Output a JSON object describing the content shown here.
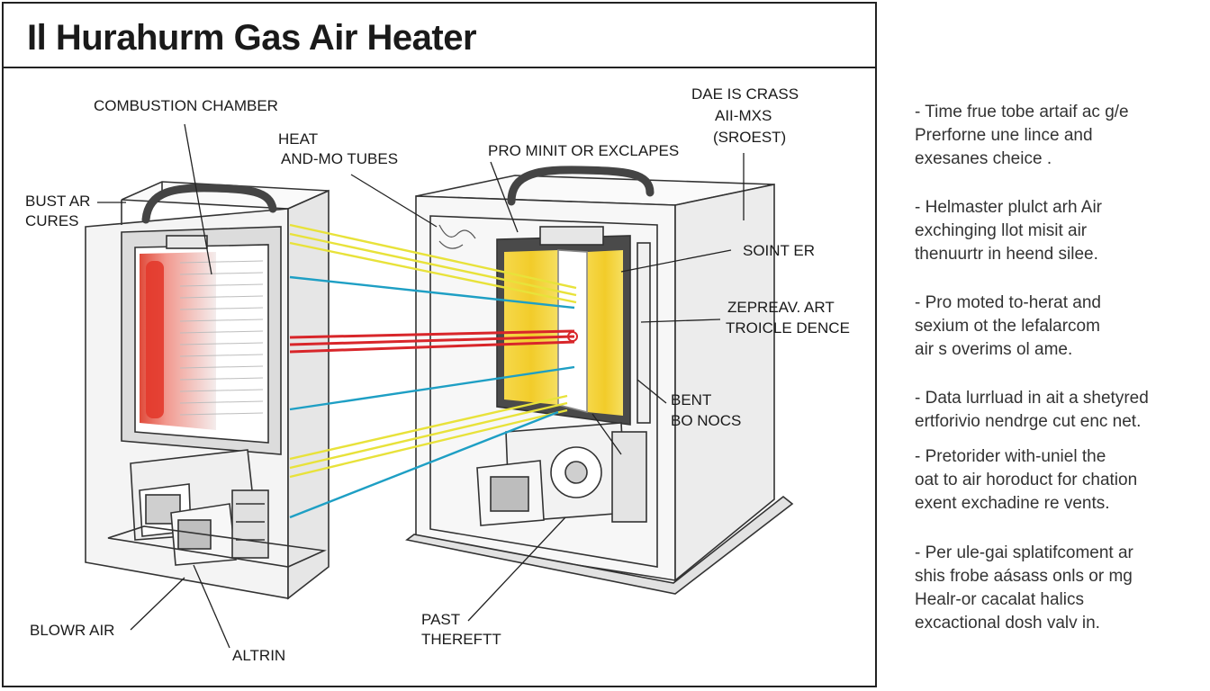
{
  "title": "Il Hurahurm Gas Air Heater",
  "labels": {
    "combustion_chamber": "COMBUSTION CHAMBER",
    "heat_tubes_1": "HEAT",
    "heat_tubes_2": "AND-MO TUBES",
    "bust_air_1": "BUST AR",
    "bust_air_2": "CURES",
    "pro_minit": "PRO MINIT OR EXCLAPES",
    "dae_1": "DAE IS CRASS",
    "dae_2": "AII-MXS",
    "dae_3": "(SROEST)",
    "sointer": "SOINT ER",
    "zepreav_1": "ZEPREAV. ART",
    "zepreav_2": "TROICLE DENCE",
    "bent_1": "BENT",
    "bent_2": "BO NOCS",
    "blower_air": "BLOWR AIR",
    "altrin": "ALTRIN",
    "past_1": "PAST",
    "past_2": "THEREFTT"
  },
  "notes": [
    {
      "l1": "- Time frue tobe artaif ac g/e",
      "l2": "Prerforne une lince and",
      "l3": "exesanes cheice ."
    },
    {
      "l1": "- Helmaster plulct arh Air",
      "l2": "exchinging llot misit air",
      "l3": "thenuurtr in heend silee."
    },
    {
      "l1": "- Pro moted to-herat and",
      "l2": "sexium ot the lefalarcom",
      "l3": "air s overims ol ame."
    },
    {
      "l1": "- Data lurrluad in ait a shetyred",
      "l2": "ertforivio nendrge cut enc net."
    },
    {
      "l1": "- Pretorider with-uniel the",
      "l2": "oat to air horoduct for chation",
      "l3": "exent exchadine re vents."
    },
    {
      "l1": "- Per ule-gai splatifcoment ar",
      "l2": "shis frobe aásass onls or mg",
      "l3": "Healr-or cacalat halics",
      "l4": "excactional dosh valv in."
    }
  ],
  "colors": {
    "flow_yellow": "#e8e23a",
    "flow_blue": "#1e9fc4",
    "flow_red": "#d8262a",
    "flame_red": "#e04a3a",
    "core_yellow": "#f2cc2a",
    "line": "#333333"
  }
}
